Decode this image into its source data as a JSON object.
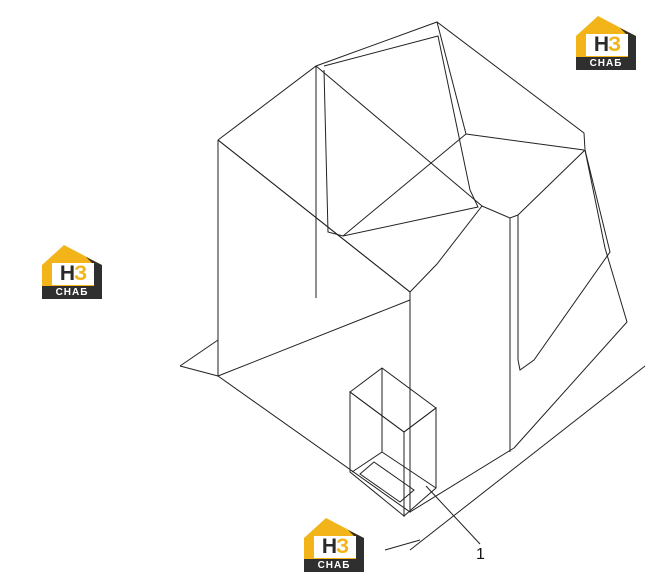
{
  "logo": {
    "mark_left": "Н",
    "mark_right": "З",
    "caption": "СНАБ",
    "colors": {
      "accent": "#f2b418",
      "dark": "#2f2f2f"
    }
  },
  "callouts": [
    {
      "label": "1"
    }
  ]
}
